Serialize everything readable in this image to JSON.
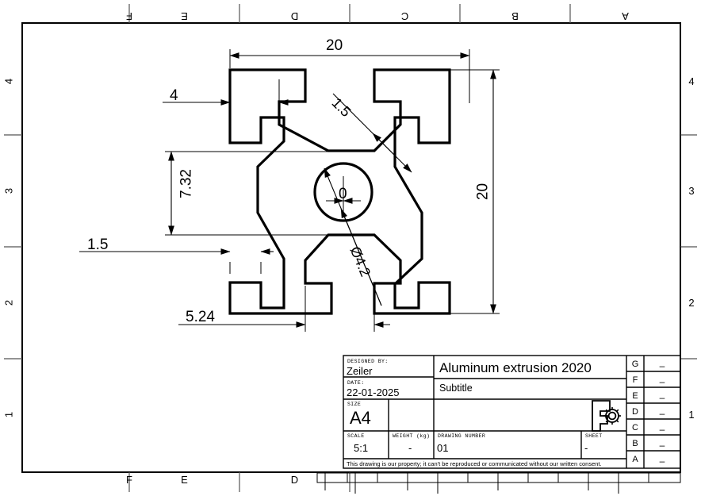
{
  "sheet": {
    "format": "A4",
    "zone_letters_top": [
      "F",
      "E",
      "D",
      "C",
      "B",
      "A"
    ],
    "zone_letters_bottom": [
      "F",
      "E",
      "D"
    ],
    "zone_numbers_left": [
      "4",
      "3",
      "2",
      "1"
    ],
    "zone_numbers_right": [
      "4",
      "3",
      "2",
      "1"
    ],
    "line_color": "#000000",
    "background": "#ffffff"
  },
  "drawing": {
    "part_name": "Aluminum extrusion 2020",
    "view": "cross-section-front-view",
    "dimensions": {
      "width_overall": "20",
      "height_overall": "20",
      "slot_opening": "4",
      "chamfer": "1.5",
      "slot_depth_offset": "7.32",
      "wall_thickness": "1.5",
      "slot_inner_width": "5.24",
      "bore_position": "0",
      "bore_diameter": "Ø4.2"
    }
  },
  "title_block": {
    "designed_by": {
      "caption": "DESIGNED BY:",
      "value": "Zeiler"
    },
    "date": {
      "caption": "DATE:",
      "value": "22-01-2025"
    },
    "size": {
      "caption": "SIZE",
      "value": "A4"
    },
    "title": "Aluminum extrusion 2020",
    "subtitle": "Subtitle",
    "scale": {
      "caption": "SCALE",
      "value": "5:1"
    },
    "weight": {
      "caption": "WEIGHT (kg)",
      "value": "-"
    },
    "drawing_number": {
      "caption": "DRAWING NUMBER",
      "value": "01"
    },
    "sheet_no": {
      "caption": "SHEET",
      "value": "-"
    },
    "legal_notice": "This drawing is our property; it can't be reproduced or communicated without our written consent.",
    "logo": "gear-logo-icon",
    "revisions": [
      {
        "letter": "G",
        "value": "–"
      },
      {
        "letter": "F",
        "value": "–"
      },
      {
        "letter": "E",
        "value": "–"
      },
      {
        "letter": "D",
        "value": "–"
      },
      {
        "letter": "C",
        "value": "–"
      },
      {
        "letter": "B",
        "value": "–"
      },
      {
        "letter": "A",
        "value": "–"
      }
    ]
  }
}
